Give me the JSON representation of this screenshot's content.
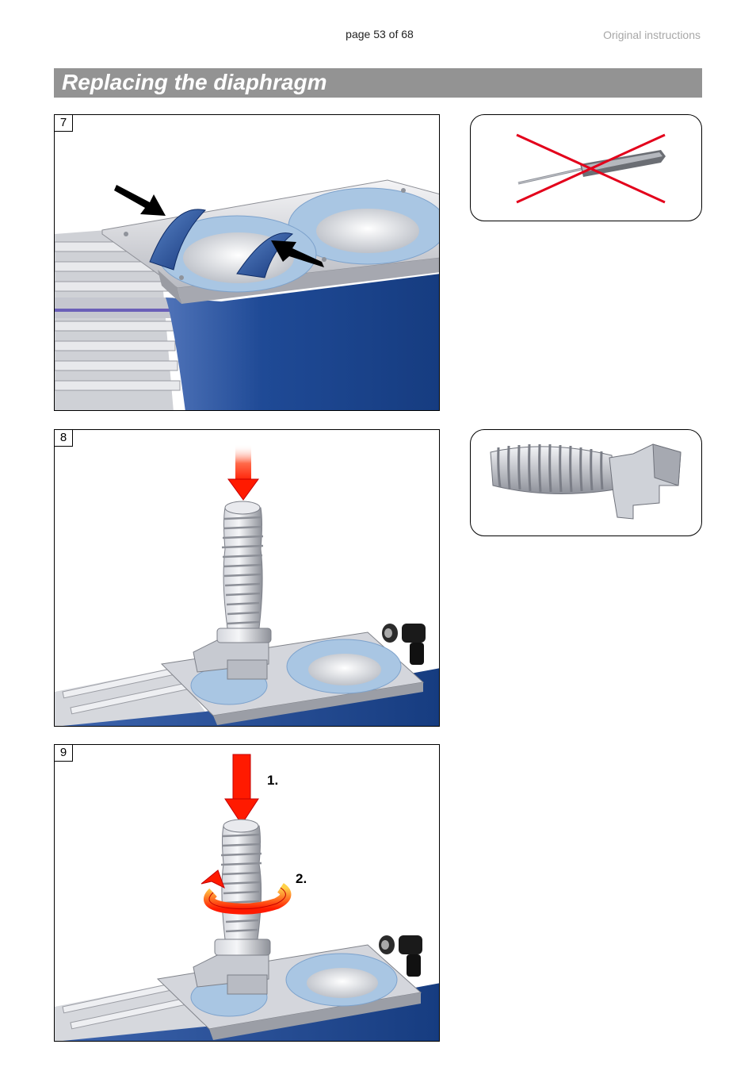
{
  "header": {
    "page_label": "page 53 of 68",
    "doc_type": "Original instructions"
  },
  "title": "Replacing the diaphragm",
  "steps": [
    {
      "number": "7"
    },
    {
      "number": "8"
    },
    {
      "number": "9",
      "labels": [
        "1.",
        "2."
      ]
    }
  ],
  "colors": {
    "title_bar": "#939393",
    "pump_blue": "#1f4a96",
    "arrow_red": "#ff1a00",
    "diaphragm_blue": "#a9c6e3"
  }
}
